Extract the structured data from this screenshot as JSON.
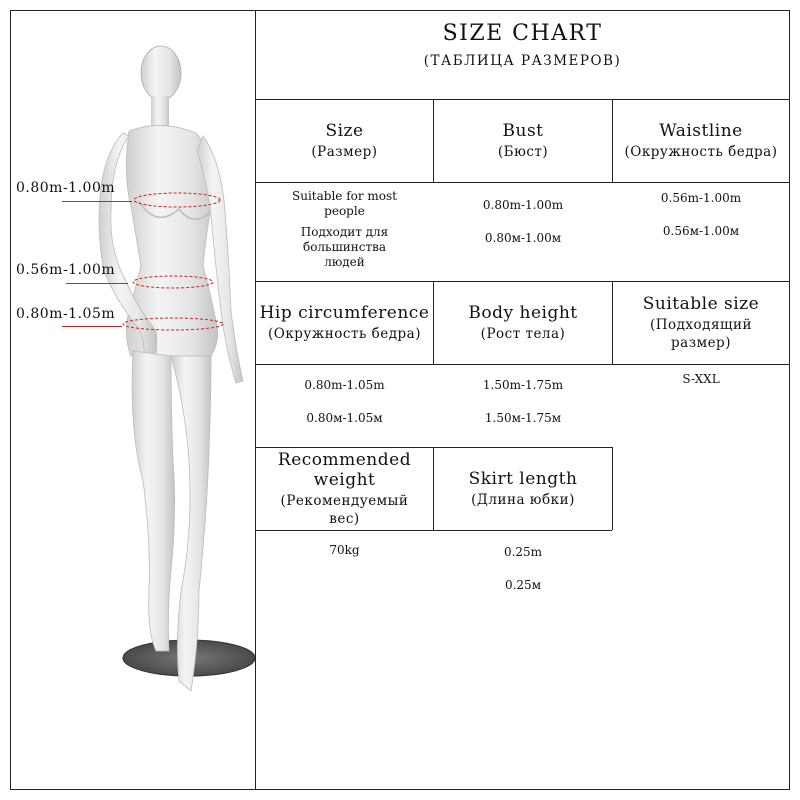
{
  "chart": {
    "title": "SIZE CHART",
    "subtitle": "(ТАБЛИЦА РАЗМЕРОВ)"
  },
  "measurements": {
    "bust": "0.80m-1.00m",
    "waist": "0.56m-1.00m",
    "hip": "0.80m-1.05m"
  },
  "headers": {
    "size": {
      "en": "Size",
      "ru": "(Размер)"
    },
    "bust": {
      "en": "Bust",
      "ru": "(Бюст)"
    },
    "waistline": {
      "en": "Waistline",
      "ru": "(Окружность бедра)"
    },
    "hip": {
      "en": "Hip circumference",
      "ru": "(Окружность бедра)"
    },
    "height": {
      "en": "Body height",
      "ru": "(Рост тела)"
    },
    "suitable": {
      "en": "Suitable size",
      "ru1": "(Подходящий",
      "ru2": "размер)"
    },
    "weight": {
      "en1": "Recommended",
      "en2": "weight",
      "ru1": "(Рекомендуемый",
      "ru2": "вес)"
    },
    "skirt": {
      "en": "Skirt length",
      "ru": "(Длина юбки)"
    }
  },
  "values": {
    "size_en1": "Suitable for most",
    "size_en2": "people",
    "size_ru1": "Подходит для",
    "size_ru2": "большинства",
    "size_ru3": "людей",
    "bust_en": "0.80m-1.00m",
    "bust_ru": "0.80м-1.00м",
    "waist_en": "0.56m-1.00m",
    "waist_ru": "0.56м-1.00м",
    "hip_en": "0.80m-1.05m",
    "hip_ru": "0.80м-1.05м",
    "height_en": "1.50m-1.75m",
    "height_ru": "1.50м-1.75м",
    "suitable": "S-XXL",
    "weight": "70kg",
    "skirt_en": "0.25m",
    "skirt_ru": "0.25м"
  },
  "colors": {
    "measure_line": "#cc2222",
    "mannequin": "#ededed",
    "base": "#555555"
  }
}
